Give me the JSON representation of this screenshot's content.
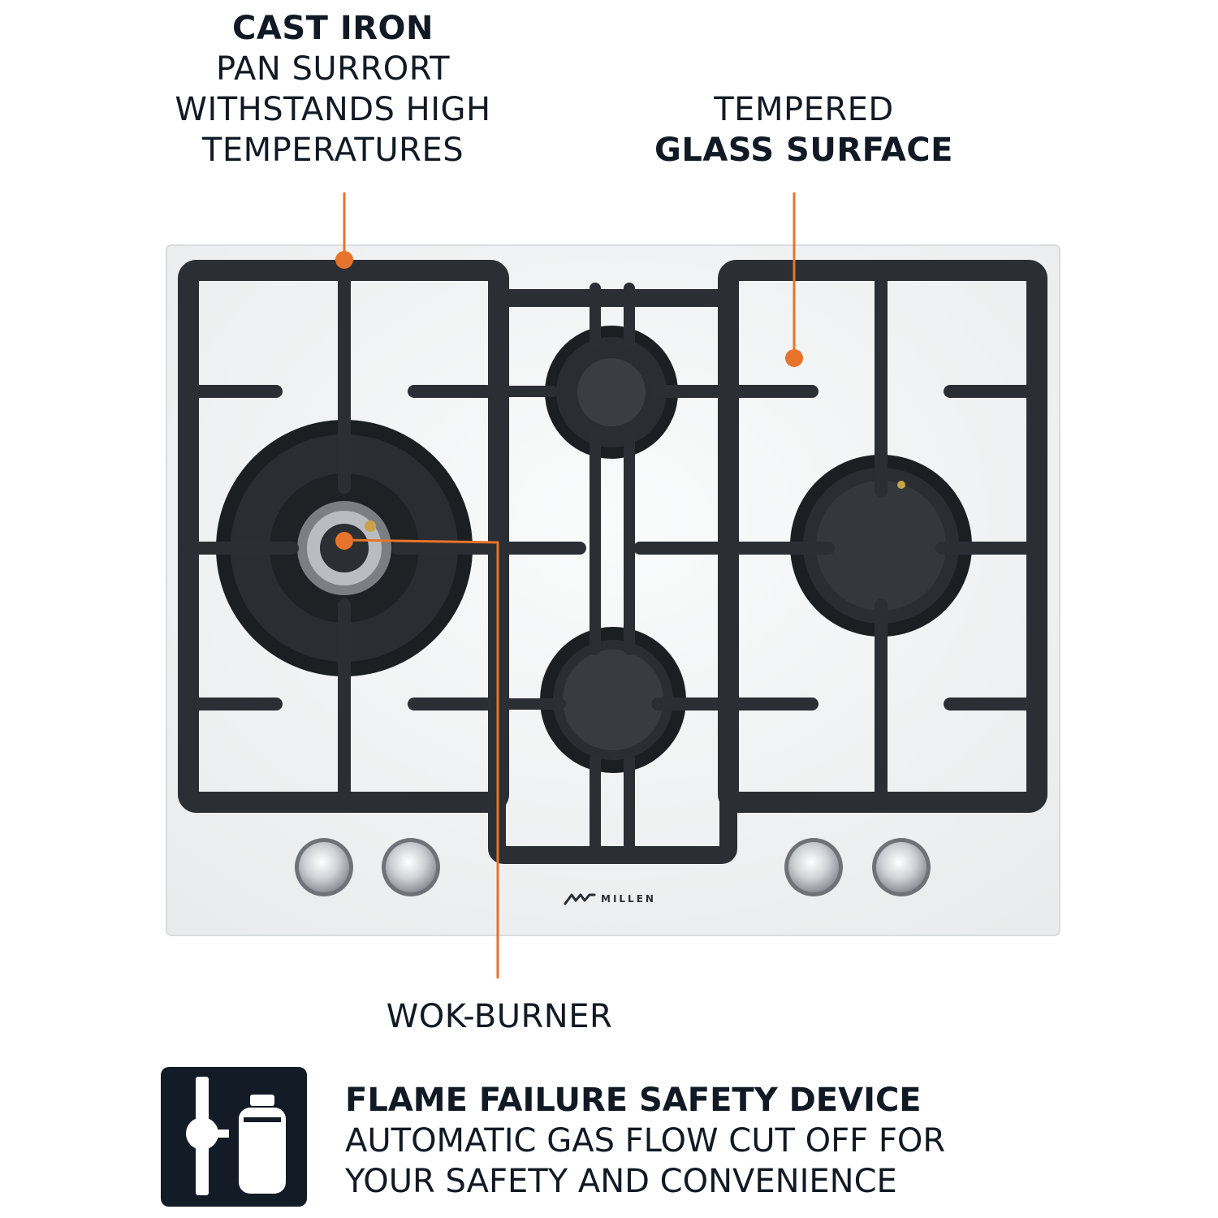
{
  "callouts": {
    "cast_iron": {
      "title": "CAST IRON",
      "lines": [
        "PAN SURRORT",
        "WITHSTANDS HIGH",
        "TEMPERATURES"
      ]
    },
    "glass": {
      "line1": "TEMPERED",
      "title": "GLASS SURFACE"
    },
    "wok": {
      "label": "WOK-BURNER"
    }
  },
  "brand": {
    "name": "MILLEN",
    "logo": "millen-logo-icon"
  },
  "feature": {
    "icon": "gas-valve-cylinder-icon",
    "title": "FLAME FAILURE SAFETY DEVICE",
    "lines": [
      "AUTOMATIC GAS FLOW CUT OFF FOR",
      "YOUR SAFETY AND CONVENIENCE"
    ]
  },
  "colors": {
    "accent": "#e8732a",
    "grate": "#2b2f33",
    "glass": "#f2f3f4",
    "icon_bg": "#121b26",
    "text": "#111a24"
  }
}
